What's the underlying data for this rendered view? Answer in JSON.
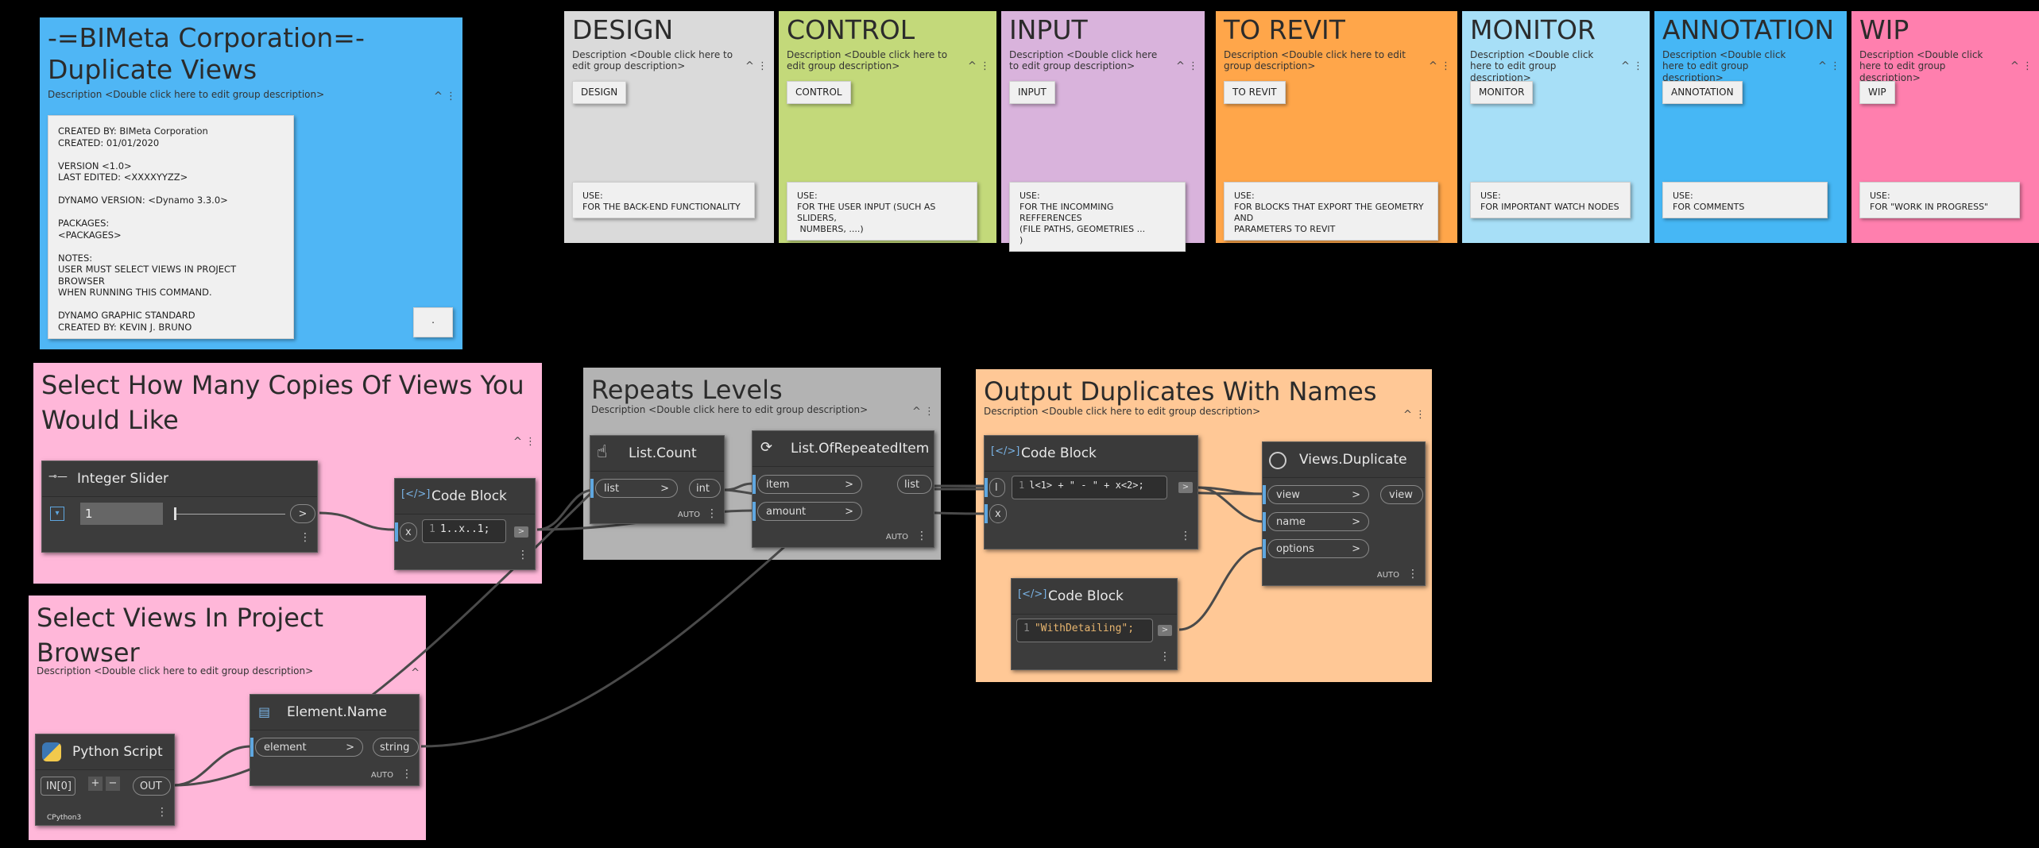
{
  "colors": {
    "background": "#000000",
    "info_group": "#4fb6f5",
    "design": "#dadada",
    "control": "#c3d97a",
    "input": "#d9b3dc",
    "to_revit": "#ffa64a",
    "monitor": "#a7dff7",
    "annotation": "#46b7f5",
    "wip": "#ff7fae",
    "select_copies": "#ffb7d9",
    "select_views": "#ffb7d9",
    "repeats": "#b3b3b3",
    "output": "#ffc896",
    "node_bg": "#3c3c3c",
    "wire": "#5a5a5a",
    "port_highlight": "#5fa7e0"
  },
  "header_group": {
    "title": "-=BIMeta Corporation=- Duplicate Views",
    "description": "Description <Double click here to edit group description>",
    "note_lines": "CREATED BY: BIMeta Corporation\nCREATED: 01/01/2020\n\nVERSION <1.0>\nLAST EDITED: <XXXXYYZZ>\n\nDYNAMO VERSION: <Dynamo 3.3.0>\n\nPACKAGES:\n<PACKAGES>\n\nNOTES:\nUSER MUST SELECT VIEWS IN PROJECT BROWSER\nWHEN RUNNING THIS COMMAND.\n\nDYNAMO GRAPHIC STANDARD\nCREATED BY: KEVIN J. BRUNO",
    "small_note": "."
  },
  "legend_groups": [
    {
      "title": "DESIGN",
      "description": "Description <Double click here to edit group description>",
      "tag": "DESIGN",
      "use": "USE:\nFOR THE BACK-END FUNCTIONALITY"
    },
    {
      "title": "CONTROL",
      "description": "Description <Double click here to edit group description>",
      "tag": "CONTROL",
      "use": "USE:\nFOR THE USER INPUT (SUCH AS SLIDERS,\n NUMBERS, ....)"
    },
    {
      "title": "INPUT",
      "description": "Description <Double click here to edit group description>",
      "tag": "INPUT",
      "use": "USE:\nFOR THE INCOMMING REFFERENCES\n(FILE PATHS, GEOMETRIES ...          )"
    },
    {
      "title": "TO REVIT",
      "description": "Description <Double click here to edit group description>",
      "tag": "TO REVIT",
      "use": "USE:\nFOR BLOCKS THAT EXPORT THE GEOMETRY AND\nPARAMETERS TO REVIT"
    },
    {
      "title": "MONITOR",
      "description": "Description <Double click here to edit group description>",
      "tag": "MONITOR",
      "use": "USE:\nFOR IMPORTANT WATCH NODES"
    },
    {
      "title": "ANNOTATION",
      "description": "Description <Double click here to edit group description>",
      "tag": "ANNOTATION",
      "use": "USE:\nFOR COMMENTS"
    },
    {
      "title": "WIP",
      "description": "Description <Double click here to edit group description>",
      "tag": "WIP",
      "use": "USE:\nFOR \"WORK IN PROGRESS\""
    }
  ],
  "group_copies": {
    "title": "Select How Many Copies Of Views You Would Like"
  },
  "group_views": {
    "title": "Select Views In Project Browser",
    "description": "Description <Double click here to edit group description>"
  },
  "group_repeats": {
    "title": "Repeats Levels",
    "description": "Description <Double click here to edit group description>"
  },
  "group_output": {
    "title": "Output Duplicates With Names",
    "description": "Description <Double click here to edit group description>"
  },
  "nodes": {
    "integer_slider": {
      "title": "Integer Slider",
      "value": "1",
      "output": ">"
    },
    "code_block_range": {
      "title": "Code Block",
      "input": "x",
      "line_no": "1",
      "code": "1..x..1;",
      "output": ">"
    },
    "list_count": {
      "title": "List.Count",
      "input": "list",
      "input_arrow": ">",
      "output": "int",
      "lacing": "AUTO"
    },
    "list_repeated": {
      "title": "List.OfRepeatedItem",
      "input1": "item",
      "input2": "amount",
      "arrow": ">",
      "output": "list",
      "lacing": "AUTO"
    },
    "code_block_names": {
      "title": "Code Block",
      "input1": "l",
      "input2": "x",
      "line_no": "1",
      "code": "l<1> + \" - \" + x<2>;",
      "output": ">"
    },
    "code_block_string": {
      "title": "Code Block",
      "line_no": "1",
      "code": "\"WithDetailing\";",
      "output": ">"
    },
    "views_duplicate": {
      "title": "Views.Duplicate",
      "input1": "view",
      "input2": "name",
      "input3": "options",
      "arrow": ">",
      "output": "view",
      "lacing": "AUTO"
    },
    "python_script": {
      "title": "Python Script",
      "input": "IN[0]",
      "plus": "+",
      "minus": "−",
      "output": "OUT",
      "engine": "CPython3"
    },
    "element_name": {
      "title": "Element.Name",
      "input": "element",
      "arrow": ">",
      "output": "string",
      "lacing": "AUTO"
    }
  },
  "ui": {
    "collapse_glyph": "^",
    "menu_glyph": "⋮"
  }
}
